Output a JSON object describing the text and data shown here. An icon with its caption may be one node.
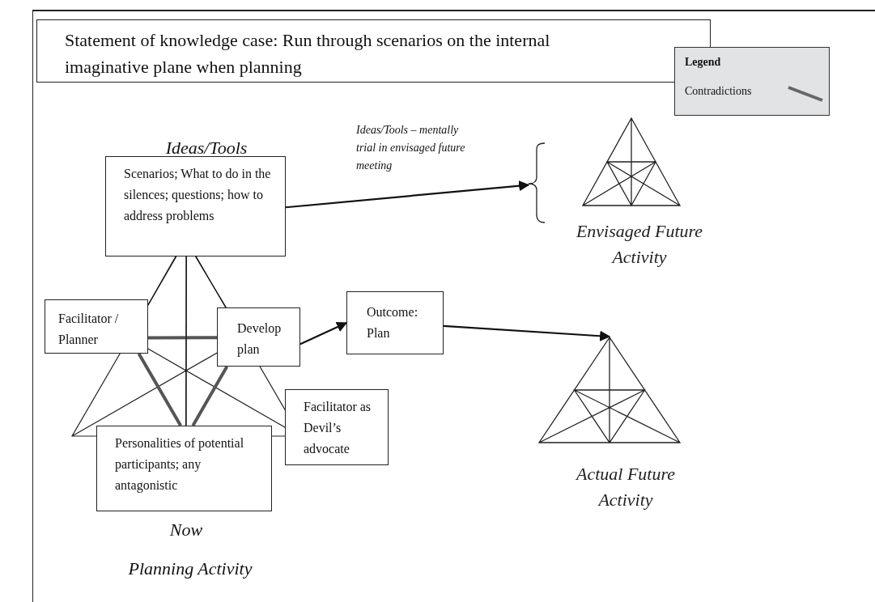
{
  "diagram": {
    "nodes": [
      {
        "text": [
          "Statement of knowledge case: Run through scenarios on the internal imaginative plane when planning"
        ]
      },
      {
        "text": [
          "Scenarios; What to do in the silences; questions; how to address problems"
        ]
      },
      {
        "text": [
          "Facilitator / Planner"
        ]
      },
      {
        "text": [
          "Develop plan"
        ]
      },
      {
        "text": [
          "Outcome: Plan"
        ]
      },
      {
        "text": [
          "Facilitator as Devil’s advocate"
        ]
      },
      {
        "text": [
          "Personalities of potential participants; any antagonistic"
        ]
      },
      {
        "text": [],
        "shape": "triangle",
        "beside": [
          "Envisaged Future Activity"
        ]
      },
      {
        "text": [],
        "shape": "triangle",
        "beside": [
          "Actual Future Activity"
        ]
      }
    ],
    "edges": [
      {
        "from": 1,
        "to": 7,
        "arrow": "to",
        "label": "Ideas/Tools – mentally trial in envisaged future meeting"
      },
      {
        "from": 3,
        "to": 4,
        "arrow": "to"
      },
      {
        "from": 4,
        "to": 8,
        "arrow": "to"
      },
      {
        "from": 2,
        "to": 3,
        "arrow": "none",
        "style": "thick",
        "color": "#555555"
      },
      {
        "from": 2,
        "to": 6,
        "arrow": "none",
        "style": "thick",
        "color": "#555555"
      },
      {
        "from": 3,
        "to": 6,
        "arrow": "none",
        "style": "thick",
        "color": "#555555"
      },
      {
        "from": 1,
        "to": 2,
        "arrow": "none"
      },
      {
        "from": 1,
        "to": 3,
        "arrow": "none"
      },
      {
        "from": 1,
        "to": 6,
        "arrow": "none"
      }
    ],
    "labels": [
      "Legend",
      "Ideas/Tools",
      "Now",
      "Planning Activity"
    ],
    "legend": [
      {
        "text": "Contradictions"
      }
    ]
  }
}
